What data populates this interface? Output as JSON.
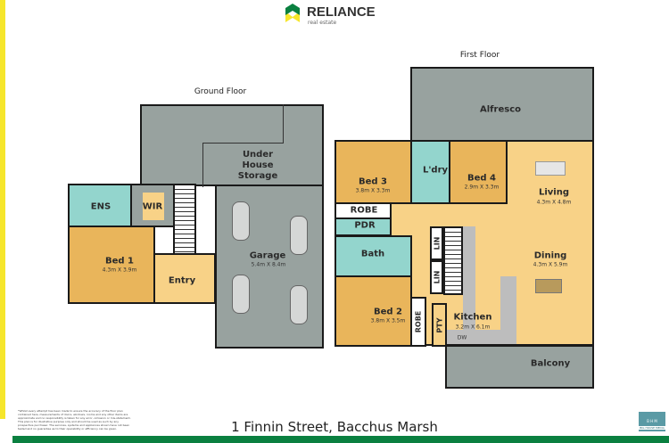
{
  "brand": {
    "name": "RELIANCE",
    "tagline": "real estate"
  },
  "address": "1 Finnin Street, Bacchus Marsh",
  "disclaimer": "*Whilst every attempt has been made to ensure the accuracy of the floor plan contained here, measurements of doors, windows, rooms and any other items are approximate and no responsibility is taken for any error, omission or mis-statement. This plan is for illustrative purpose only and should be used as such by any prospective purchaser. The services, systems and appliances shown have not been tested and no guarantee as to their operability or efficiency can be given.",
  "media_logo": {
    "letters": "B H M",
    "name": "BIG HOUSE MEDIA"
  },
  "colors": {
    "accent_green": "#0a8040",
    "accent_yellow": "#f6e62b"
  },
  "ground_floor": {
    "title": "Ground Floor",
    "rooms": {
      "storage": "Under House Storage",
      "garage": "Garage",
      "garage_dim": "5.4m X 8.4m",
      "ens": "ENS",
      "wir": "WIR",
      "bed1": "Bed 1",
      "bed1_dim": "4.3m X 3.9m",
      "entry": "Entry"
    }
  },
  "first_floor": {
    "title": "First Floor",
    "rooms": {
      "alfresco": "Alfresco",
      "bed3": "Bed 3",
      "bed3_dim": "3.8m X 3.3m",
      "ldry": "L'dry",
      "bed4": "Bed 4",
      "bed4_dim": "2.9m X 3.3m",
      "living": "Living",
      "living_dim": "4.3m X 4.8m",
      "robe1": "ROBE",
      "pdr": "PDR",
      "bath": "Bath",
      "lin1": "LIN",
      "lin2": "LIN",
      "dining": "Dining",
      "dining_dim": "4.3m X 5.9m",
      "bed2": "Bed 2",
      "bed2_dim": "3.8m X 3.5m",
      "robe2": "ROBE",
      "pty": "PTY",
      "kitchen": "Kitchen",
      "kitchen_dim": "3.2m X 6.1m",
      "dw": "DW",
      "balcony": "Balcony"
    }
  }
}
